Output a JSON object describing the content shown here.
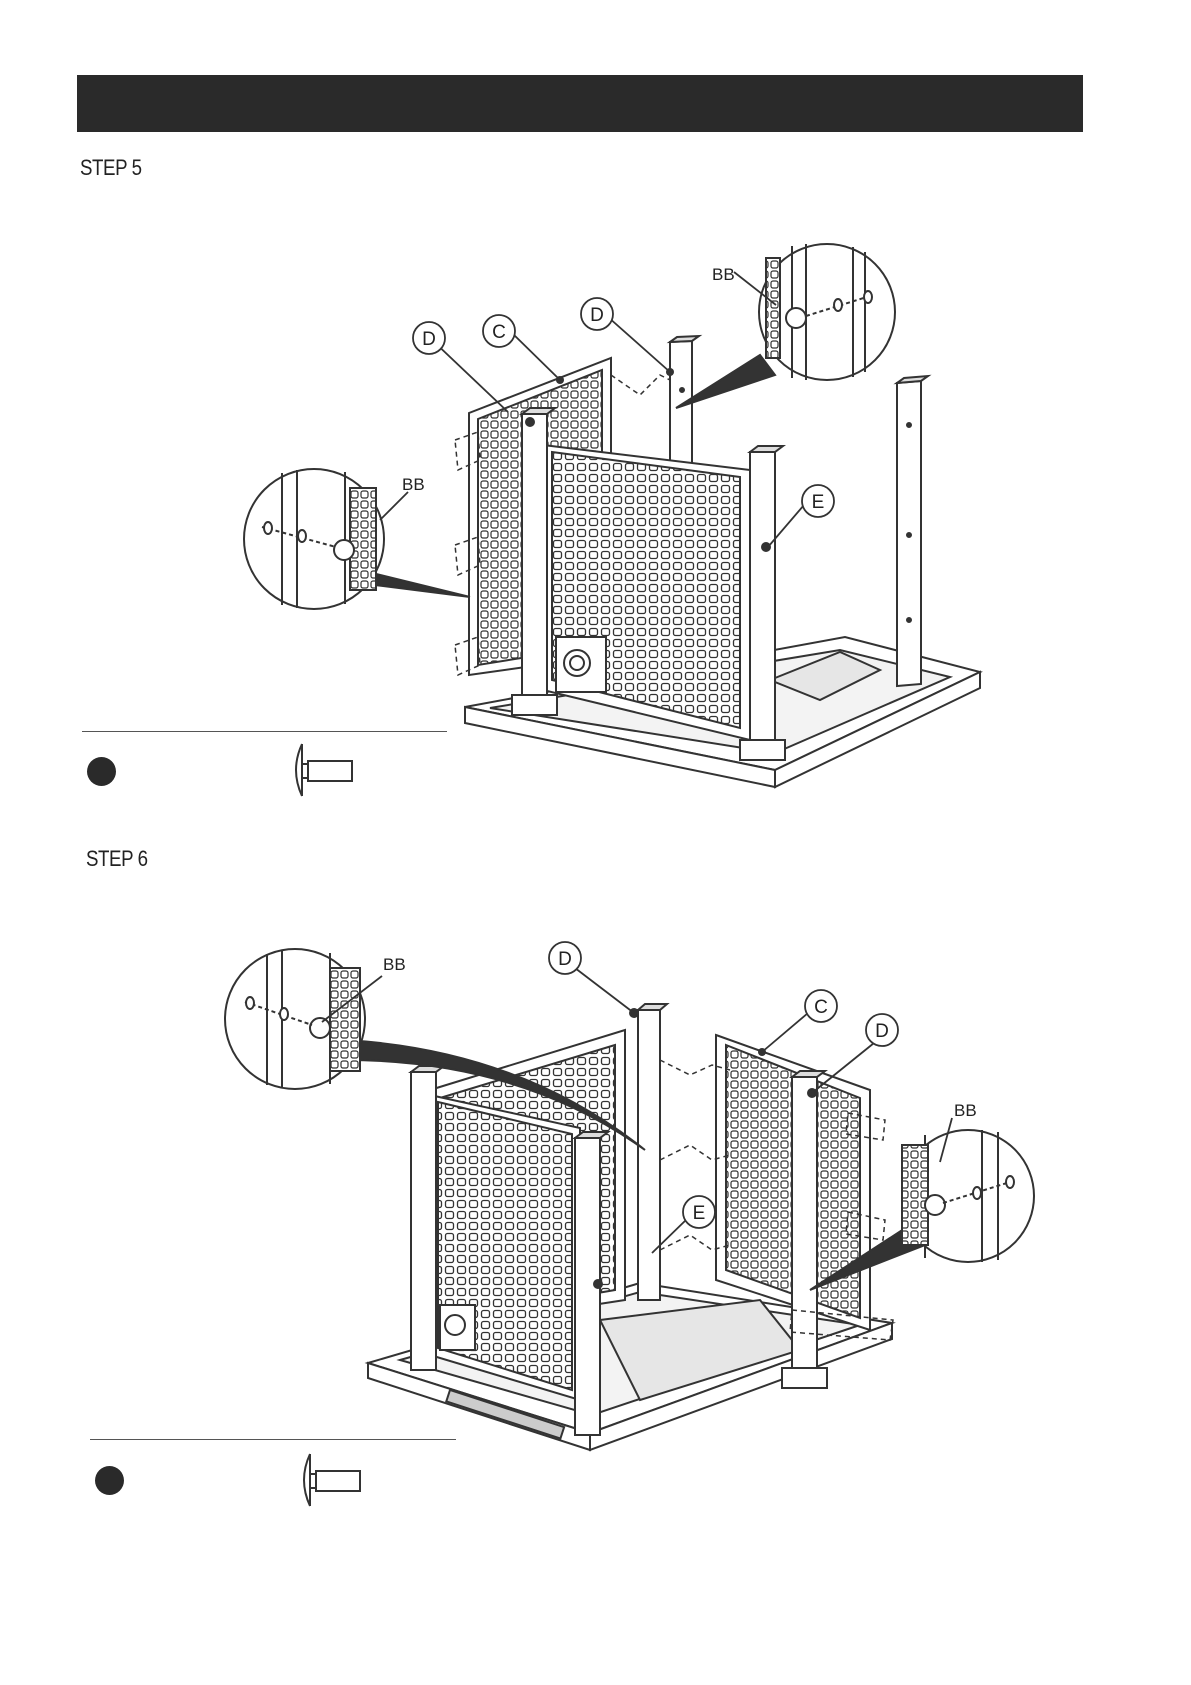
{
  "header": {
    "bar_color": "#2a2a2a"
  },
  "steps": [
    {
      "title": "STEP 5",
      "callouts": {
        "d_left": "D",
        "c": "C",
        "d_right": "D",
        "e": "E",
        "bb_top": "BB",
        "bb_left": "BB"
      },
      "hardware": {
        "bullet_icon": "black-dot",
        "part_icon": "bolt-icon"
      }
    },
    {
      "title": "STEP 6",
      "callouts": {
        "d_left": "D",
        "c": "C",
        "d_right": "D",
        "e": "E",
        "bb_left": "BB",
        "bb_right": "BB"
      },
      "hardware": {
        "bullet_icon": "black-dot",
        "part_icon": "bolt-icon"
      }
    }
  ]
}
